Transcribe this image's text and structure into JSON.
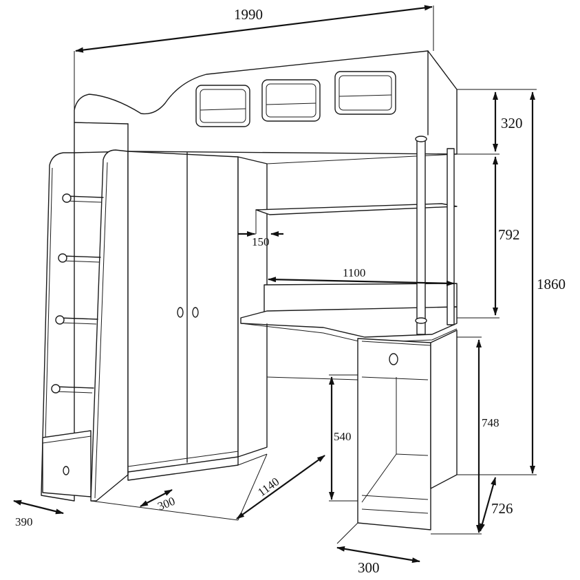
{
  "dimensions": {
    "total_width": "1990",
    "top_panel_height": "320",
    "workspace_height": "792",
    "total_height": "1860",
    "shelf_depth": "150",
    "desk_width": "1100",
    "knee_space_height": "540",
    "desk_height": "748",
    "desk_depth": "726",
    "wardrobe_depth": "300",
    "wardrobe_width": "1140",
    "stair_depth": "390",
    "pedestal_depth": "300"
  }
}
